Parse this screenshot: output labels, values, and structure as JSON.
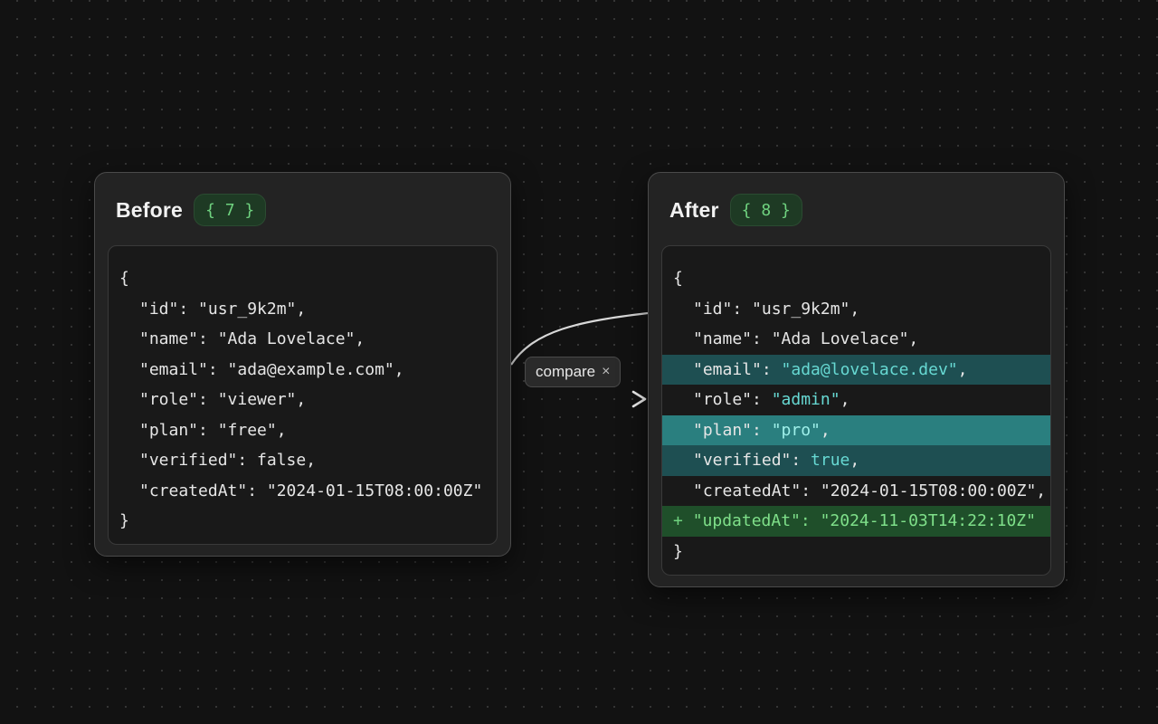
{
  "before": {
    "title": "Before",
    "count": "{ 7 }",
    "lines": [
      "{",
      "\"id\": \"usr_9k2m\",",
      "\"name\": \"Ada Lovelace\",",
      "\"email\": \"ada@example.com\",",
      "\"role\": \"viewer\",",
      "\"plan\": \"free\",",
      "\"verified\": false,",
      "\"createdAt\": \"2024-01-15T08:00:00Z\"",
      "}"
    ]
  },
  "after": {
    "title": "After",
    "count": "{ 8 }",
    "lines": {
      "open": "{",
      "id": "\"id\": \"usr_9k2m\",",
      "name": "\"name\": \"Ada Lovelace\",",
      "email_key": "\"email\": ",
      "email_val": "\"ada@lovelace.dev\"",
      "email_end": ",",
      "role_key": "\"role\": ",
      "role_val": "\"admin\"",
      "role_end": ",",
      "plan_key": "\"plan\": ",
      "plan_val": "\"pro\"",
      "plan_end": ",",
      "verified_key": "\"verified\": ",
      "verified_val": "true",
      "verified_end": ",",
      "created": "\"createdAt\": \"2024-01-15T08:00:00Z\",",
      "added_marker": "+ ",
      "added": "\"updatedAt\": \"2024-11-03T14:22:10Z\"",
      "close": "}"
    }
  },
  "edge": {
    "label": "compare",
    "close_glyph": "×"
  },
  "colors": {
    "background": "#121212",
    "node": "#232323",
    "badge_text": "#6fd27f",
    "changed_row": "#1e4f52",
    "changed_row_strong": "#2a7f7f",
    "added_row": "#1f4f2a"
  }
}
